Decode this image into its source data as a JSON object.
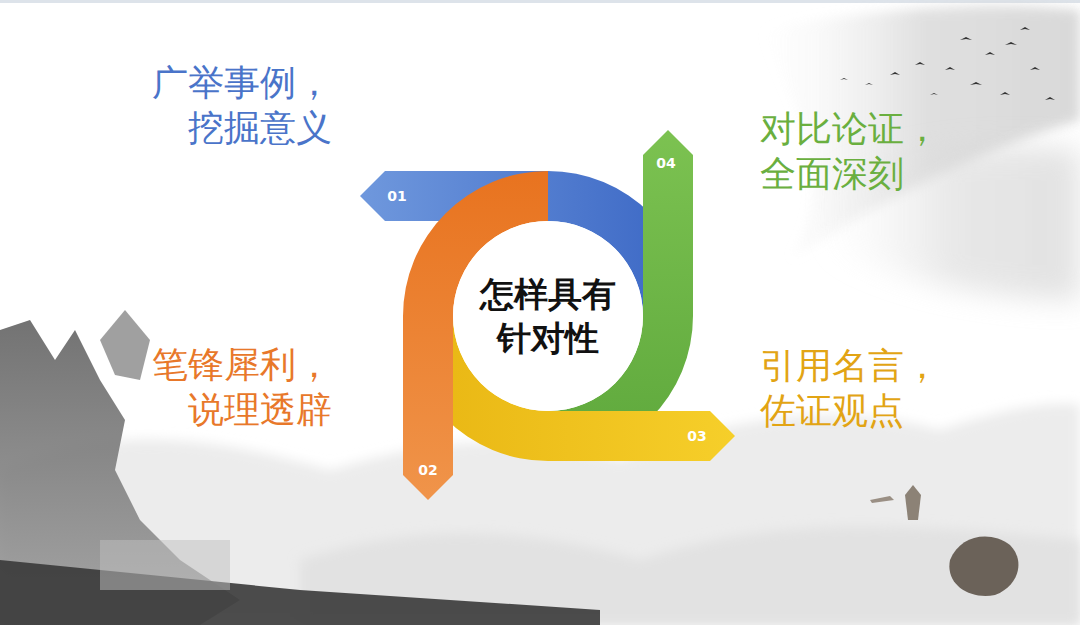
{
  "diagram": {
    "nodes": [
      {
        "text": [
          "怎样具有 针对性"
        ]
      }
    ],
    "labels": [
      "广举事例， 挖掘意义",
      "对比论证， 全面深刻",
      "01",
      "04",
      "笔锋犀利， 说理透辟",
      "引用名言， 佐证观点",
      "03",
      "02"
    ]
  }
}
